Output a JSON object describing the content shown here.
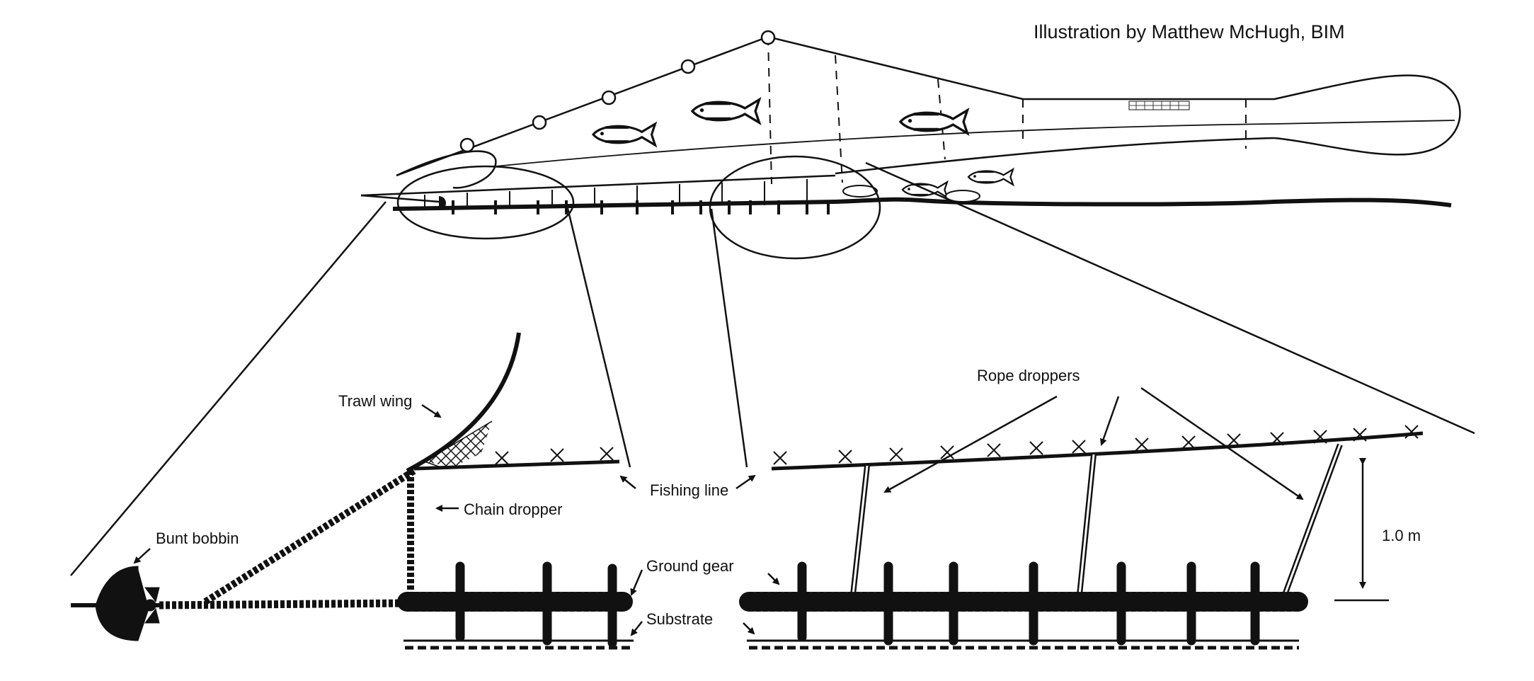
{
  "credit": "Illustration by Matthew McHugh, BIM",
  "labels": {
    "trawl_wing": "Trawl wing",
    "chain_dropper": "Chain dropper",
    "bunt_bobbin": "Bunt bobbin",
    "fishing_line": "Fishing line",
    "ground_gear": "Ground gear",
    "substrate": "Substrate",
    "rope_droppers": "Rope droppers",
    "height": "1.0 m"
  },
  "colors": {
    "ink": "#111111",
    "background": "#ffffff"
  }
}
